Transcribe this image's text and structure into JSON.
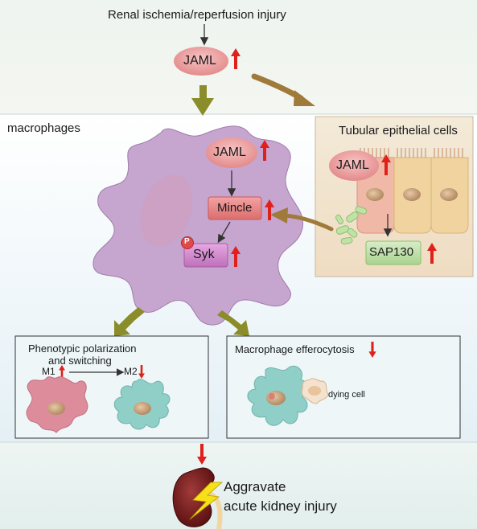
{
  "top": {
    "title": "Renal ischemia/reperfusion injury",
    "jaml": "JAML"
  },
  "macrophage": {
    "label": "macrophages",
    "jaml": "JAML",
    "mincle": "Mincle",
    "syk": "Syk",
    "p": "P"
  },
  "tubular": {
    "title": "Tubular epithelial cells",
    "jaml": "JAML",
    "sap130": "SAP130"
  },
  "polarization": {
    "title_line1": "Phenotypic polarization",
    "title_line2": "and switching",
    "m1": "M1",
    "m2": "M2"
  },
  "efferocytosis": {
    "title": "Macrophage efferocytosis",
    "dying_cell": "dying cell"
  },
  "outcome": {
    "line1": "Aggravate",
    "line2": "acute kidney injury"
  },
  "colors": {
    "up_arrow": "#e0201b",
    "down_arrow": "#e0201b",
    "olive_arrow": "#8b8c2a",
    "brown_arrow": "#a07a3a"
  }
}
